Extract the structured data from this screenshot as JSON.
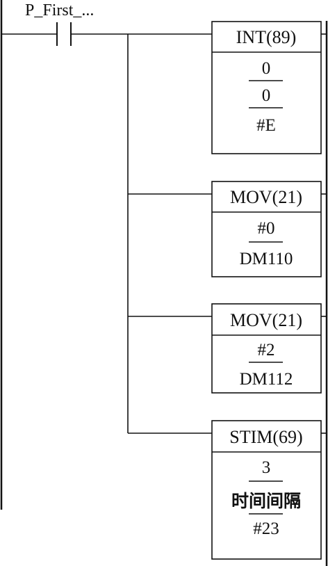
{
  "contact": {
    "label": "P_First_..."
  },
  "instructions": [
    {
      "name": "INT(89)",
      "operands": [
        "0",
        "0",
        "#E"
      ]
    },
    {
      "name": "MOV(21)",
      "operands": [
        "#0",
        "DM110"
      ]
    },
    {
      "name": "MOV(21)",
      "operands": [
        "#2",
        "DM112"
      ]
    },
    {
      "name": "STIM(69)",
      "operands": [
        "3",
        "时间间隔",
        "#23"
      ]
    }
  ]
}
